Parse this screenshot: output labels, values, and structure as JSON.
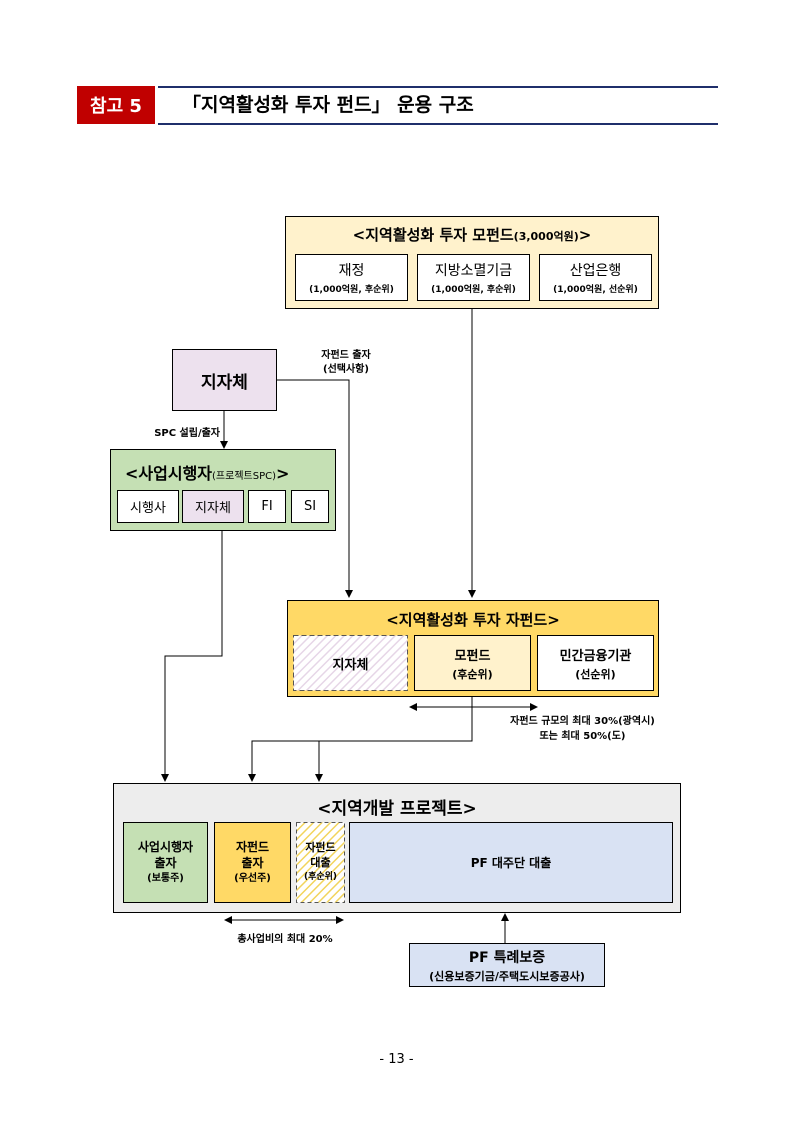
{
  "header": {
    "badge": "참고 5",
    "title": "「지역활성화 투자 펀드」 운용 구조"
  },
  "mother_fund": {
    "title": "<지역활성화 투자 모펀드",
    "title_amount": "(3,000억원)",
    "title_end": ">",
    "members": [
      {
        "name": "재정",
        "detail": "(1,000억원, 후순위)"
      },
      {
        "name": "지방소멸기금",
        "detail": "(1,000억원, 후순위)"
      },
      {
        "name": "산업은행",
        "detail": "(1,000억원, 선순위)"
      }
    ]
  },
  "local_gov": {
    "name": "지자체"
  },
  "labels": {
    "child_invest": [
      "자펀드 출자",
      "(선택사항)"
    ],
    "spc": "SPC 설립/출자",
    "child_scale": [
      "자펀드 규모의 최대 30%(광역시)",
      "또는 최대 50%(도)"
    ],
    "total_cost": "총사업비의 최대 20%"
  },
  "operator": {
    "title": "<사업시행자",
    "title_sub": "(프로젝트SPC)",
    "title_end": ">",
    "members": [
      "시행사",
      "지자체",
      "FI",
      "SI"
    ]
  },
  "child_fund": {
    "title": "<지역활성화 투자 자펀드>",
    "members": [
      {
        "name": "지자체",
        "detail": ""
      },
      {
        "name": "모펀드",
        "detail": "(후순위)"
      },
      {
        "name": "민간금융기관",
        "detail": "(선순위)"
      }
    ]
  },
  "project": {
    "title": "<지역개발 프로젝트>",
    "blocks": [
      {
        "lines": [
          "사업시행자",
          "출자",
          "(보통주)"
        ]
      },
      {
        "lines": [
          "자펀드",
          "출자",
          "(우선주)"
        ]
      },
      {
        "lines": [
          "자펀드",
          "대출",
          "(후순위)"
        ]
      },
      {
        "lines": [
          "PF 대주단 대출"
        ]
      }
    ]
  },
  "guarantee": {
    "title": "PF 특례보증",
    "detail": "(신용보증기금/주택도시보증공사)"
  },
  "footer": {
    "page": "- 13 -"
  },
  "colors": {
    "badge": "#c00000",
    "title_rule": "#1f2f6b",
    "mother_bg": "#fff2cc",
    "operator_bg": "#c5e0b4",
    "local_gov_bg": "#ede1ee",
    "child_bg": "#ffd966",
    "project_bg": "#ededed",
    "pf_bg": "#d9e2f3"
  }
}
